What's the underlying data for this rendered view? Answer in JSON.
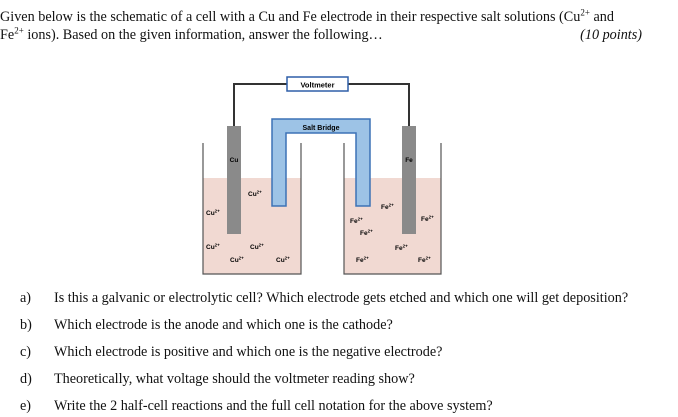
{
  "intro": {
    "line1_a": "Given below is the schematic of a cell with a Cu and Fe electrode in their respective salt solutions (Cu",
    "line1_sup": "2+",
    "line1_b": " and",
    "line2_a": "Fe",
    "line2_sup": "2+",
    "line2_b": " ions). Based on the given information, answer the following…",
    "points": "(10 points)"
  },
  "diagram": {
    "voltmeter_label": "Voltmeter",
    "salt_bridge_label": "Salt Bridge",
    "cu_electrode_label": "Cu",
    "fe_electrode_label": "Fe",
    "cu_ion_label": "Cu",
    "fe_ion_label": "Fe",
    "ion_charge": "2+",
    "colors": {
      "solution": "#f1d9d2",
      "electrode": "#8a8a8a",
      "salt_bridge": "#9dc3e6",
      "salt_bridge_border": "#3d72b5",
      "voltmeter_border": "#2f5fa8",
      "wire": "#333333",
      "beaker": "#555555"
    }
  },
  "questions": [
    {
      "letter": "a)",
      "text": "Is this a galvanic or electrolytic cell? Which electrode gets etched and which one will get deposition?"
    },
    {
      "letter": "b)",
      "text": "Which electrode is the anode and which one is the cathode?"
    },
    {
      "letter": "c)",
      "text": "Which electrode is positive and which one is the negative electrode?"
    },
    {
      "letter": "d)",
      "text": "Theoretically, what voltage should the voltmeter reading show?"
    },
    {
      "letter": "e)",
      "text": "Write the 2 half-cell reactions and the full cell notation for the above system?"
    }
  ]
}
